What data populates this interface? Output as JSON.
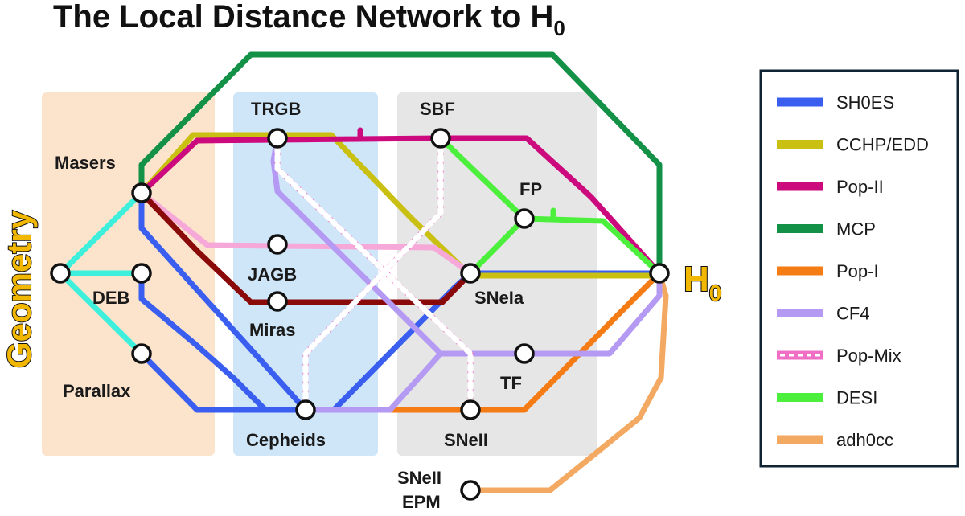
{
  "title": {
    "main": "The Local Distance Network to H",
    "subscript": "0"
  },
  "side_label": "Geometry",
  "target_label": {
    "main": "H",
    "subscript": "0"
  },
  "nodes": {
    "masers": "Masers",
    "deb": "DEB",
    "parallax": "Parallax",
    "trgb": "TRGB",
    "jagb": "JAGB",
    "miras": "Miras",
    "cepheids": "Cepheids",
    "sbf": "SBF",
    "fp": "FP",
    "snia": "SNeIa",
    "tf": "TF",
    "snii": "SNeII",
    "snii_epm_line1": "SNeII",
    "snii_epm_line2": "EPM"
  },
  "legend": [
    {
      "label": "SH0ES",
      "color": "#3a5ff0",
      "style": "solid"
    },
    {
      "label": "CCHP/EDD",
      "color": "#c9c012",
      "style": "solid"
    },
    {
      "label": "Pop-II",
      "color": "#cc0a7e",
      "style": "solid"
    },
    {
      "label": "MCP",
      "color": "#139147",
      "style": "solid"
    },
    {
      "label": "Pop-I",
      "color": "#f57c14",
      "style": "solid"
    },
    {
      "label": "CF4",
      "color": "#b49af2",
      "style": "solid"
    },
    {
      "label": "Pop-Mix",
      "color": "#f06fc4",
      "style": "dashed-center"
    },
    {
      "label": "DESI",
      "color": "#4cf03c",
      "style": "solid"
    },
    {
      "label": "adh0cc",
      "color": "#f4a962",
      "style": "solid"
    }
  ],
  "colors": {
    "geometry_box": "#fbe3cc",
    "stellar_box": "#cfe6f9",
    "galaxy_box": "#e6e6e6",
    "line_teal": "#3ef0dc",
    "line_pink_light": "#f6a8d8",
    "line_darkred": "#8a0a0a"
  }
}
